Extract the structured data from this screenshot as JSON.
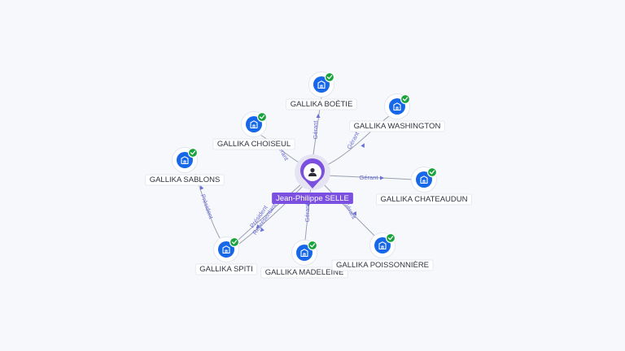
{
  "center": {
    "label": "Jean-Philippe SELLE",
    "icon": "person-icon"
  },
  "nodes": [
    {
      "id": "boetie",
      "label": "GALLIKA BOÉTIE",
      "icon": "building-icon",
      "verified": true
    },
    {
      "id": "washington",
      "label": "GALLIKA WASHINGTON",
      "icon": "building-icon",
      "verified": true
    },
    {
      "id": "choiseul",
      "label": "GALLIKA CHOISEUL",
      "icon": "building-icon",
      "verified": true
    },
    {
      "id": "sablons",
      "label": "GALLIKA SABLONS",
      "icon": "building-icon",
      "verified": true
    },
    {
      "id": "chateaudun",
      "label": "GALLIKA CHATEAUDUN",
      "icon": "building-icon",
      "verified": true
    },
    {
      "id": "spiti",
      "label": "GALLIKA SPITI",
      "icon": "building-icon",
      "verified": true
    },
    {
      "id": "madeleine",
      "label": "GALLIKA MADELEINE",
      "icon": "building-icon",
      "verified": true
    },
    {
      "id": "poissonniere",
      "label": "GALLIKA POISSONNIÈRE",
      "icon": "building-icon",
      "verified": true
    }
  ],
  "edges": [
    {
      "from": "center",
      "to": "boetie",
      "label": "Gérant"
    },
    {
      "from": "center",
      "to": "washington",
      "label": "Gérant"
    },
    {
      "from": "center",
      "to": "choiseul",
      "label": "Gérant"
    },
    {
      "from": "center",
      "to": "chateaudun",
      "label": "Gérant"
    },
    {
      "from": "center",
      "to": "madeleine",
      "label": "Gérant"
    },
    {
      "from": "center",
      "to": "poissonniere",
      "label": "Gérant"
    },
    {
      "from": "center",
      "to": "spiti",
      "label": "Président"
    },
    {
      "from": "center",
      "to": "spiti",
      "label": "Représentant"
    },
    {
      "from": "spiti",
      "to": "sablons",
      "label": "Président"
    }
  ],
  "colors": {
    "background": "#f7f8fb",
    "center_accent": "#7b4fe0",
    "node_core": "#1668e8",
    "verified_badge": "#1aa33c",
    "edge_label": "#6a6fd6"
  }
}
